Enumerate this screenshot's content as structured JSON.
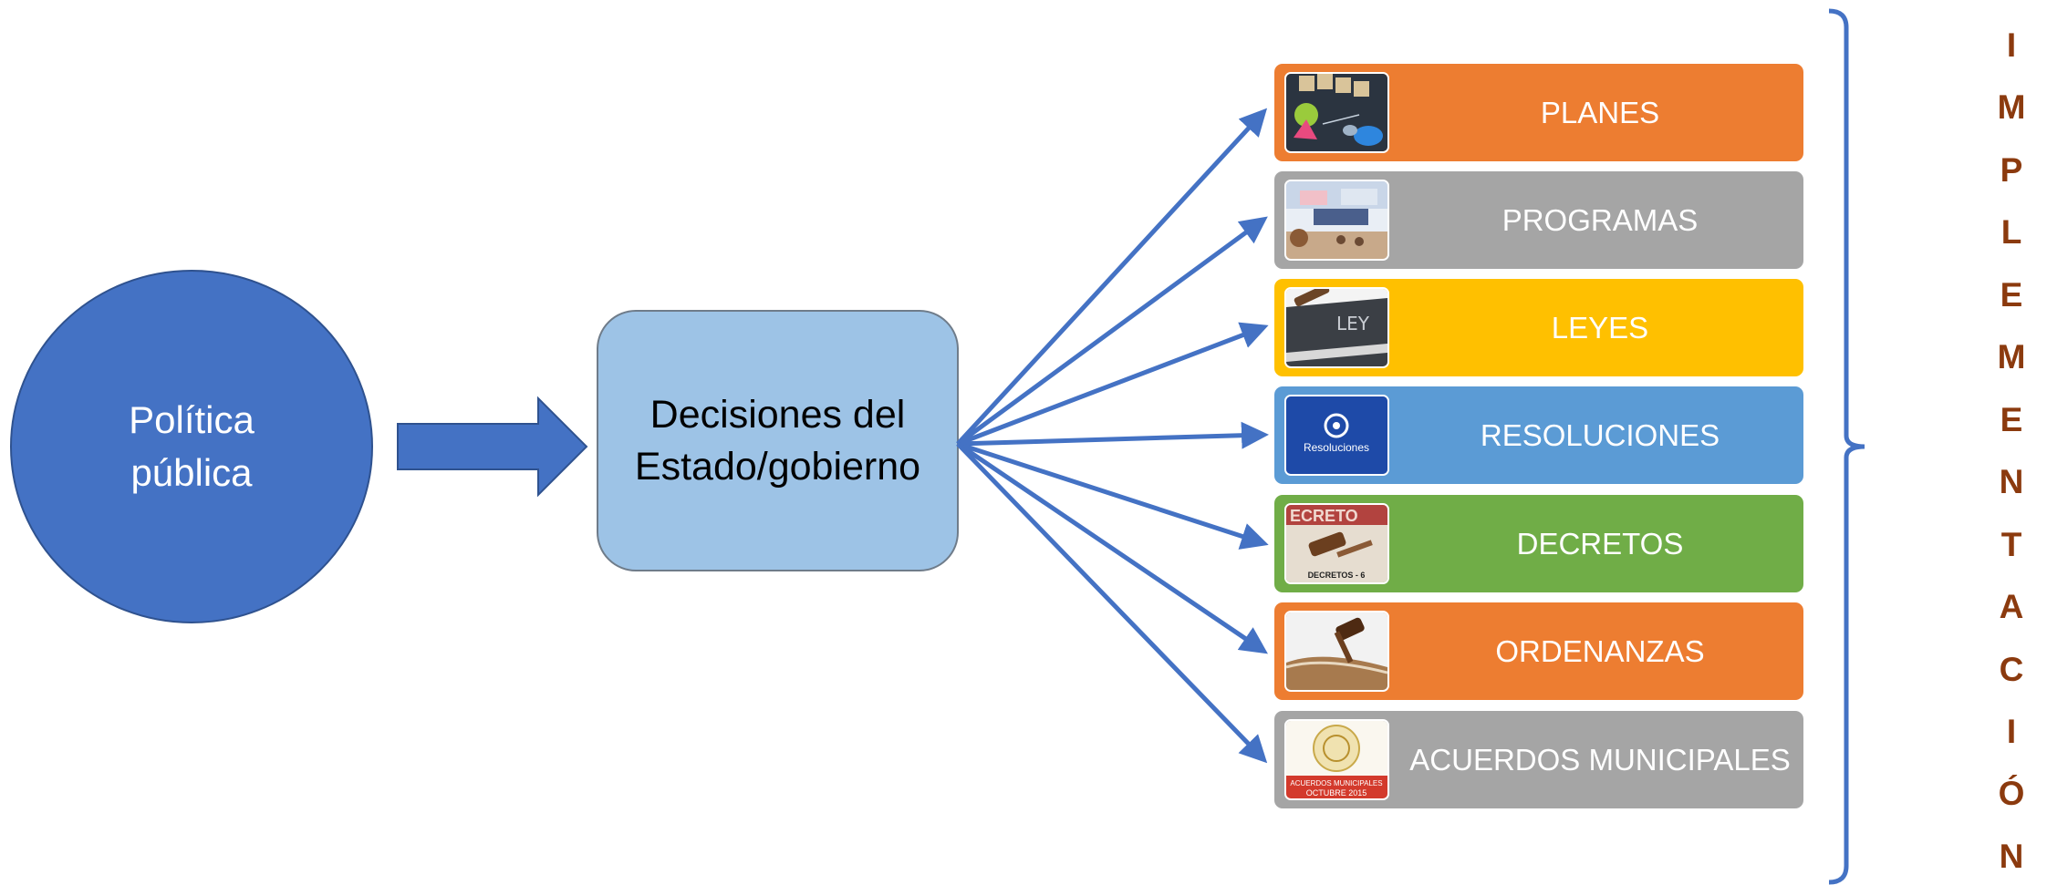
{
  "diagram": {
    "source_node": {
      "label": "Política pública",
      "color": "#4472c4"
    },
    "decision_node": {
      "label": "Decisiones del Estado/gobierno",
      "color": "#9dc3e6"
    },
    "items": [
      {
        "label": "PLANES",
        "color": "#ed7d31",
        "icon": "plan-photo-icon"
      },
      {
        "label": "PROGRAMAS",
        "color": "#a5a5a5",
        "icon": "conference-photo-icon"
      },
      {
        "label": "LEYES",
        "color": "#ffc000",
        "icon": "law-book-icon"
      },
      {
        "label": "RESOLUCIONES",
        "color": "#5b9bd5",
        "icon": "resoluciones-badge-icon",
        "icon_text": "Resoluciones"
      },
      {
        "label": "DECRETOS",
        "color": "#70ad47",
        "icon": "gavel-decree-icon",
        "icon_text": "DECRETOS - 6"
      },
      {
        "label": "ORDENANZAS",
        "color": "#ed7d31",
        "icon": "gavel-book-icon"
      },
      {
        "label": "ACUERDOS MUNICIPALES",
        "color": "#a5a5a5",
        "icon": "municipal-seal-icon",
        "icon_text_1": "ACUERDOS MUNICIPALES",
        "icon_text_2": "OCTUBRE 2015"
      }
    ],
    "bracket_label_letters": [
      "I",
      "M",
      "P",
      "L",
      "E",
      "M",
      "E",
      "N",
      "T",
      "A",
      "C",
      "I",
      "Ó",
      "N"
    ],
    "arrow_color": "#4472c4",
    "bracket_color": "#4472c4",
    "bracket_label_color": "#8b3a0e"
  }
}
